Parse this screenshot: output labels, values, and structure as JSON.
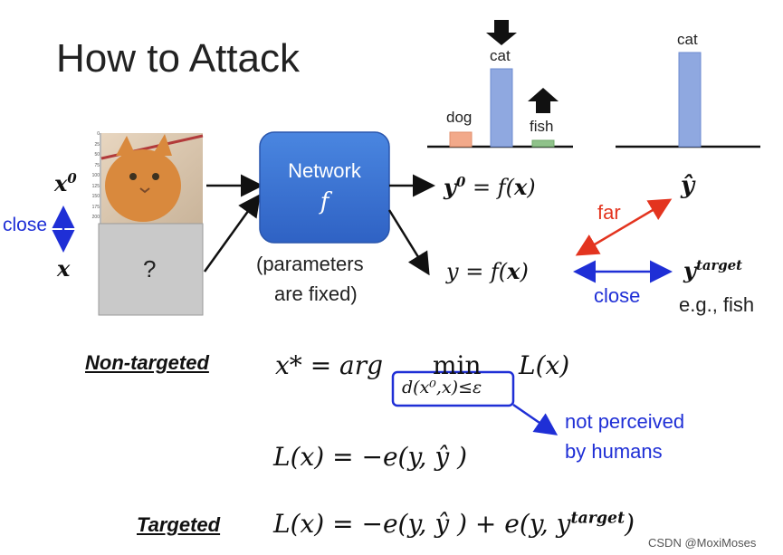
{
  "title": "How to Attack",
  "inputs": {
    "x0_base": "x",
    "x0_sup": "0",
    "x_label": "x",
    "close_label": "close",
    "question_mark": "?",
    "image_ticks": [
      "0",
      "25",
      "50",
      "75",
      "100",
      "125",
      "150",
      "175",
      "200"
    ]
  },
  "network": {
    "label": "Network",
    "f": "f",
    "note_line1": "(parameters",
    "note_line2": "are fixed)"
  },
  "outputs": {
    "y0_eq": "y",
    "y0_sup": "0",
    "y0_rhs": " = f(",
    "y0_rhs_x": "x",
    "y0_rhs_close": ")",
    "y_eq": "y = f(",
    "y_x": "x",
    "y_close": ")",
    "yhat": "ŷ",
    "ytarget_base": "y",
    "ytarget_sup": "target",
    "far_label": "far",
    "close_label": "close",
    "example": "e.g., fish"
  },
  "bars_left": {
    "categories": [
      "dog",
      "cat",
      "fish"
    ],
    "colors": [
      "#f2a98a",
      "#8fa8e0",
      "#8fc28a"
    ]
  },
  "bars_right": {
    "categories": [
      "cat"
    ],
    "colors": [
      "#8fa8e0"
    ]
  },
  "formulas": {
    "non_targeted_label": "Non-targeted",
    "non_targeted_eq": "x* = arg",
    "min": "min",
    "loss": "L(x)",
    "constraint": "d(x⁰,x)≤ε",
    "not_perceived_1": "not perceived",
    "not_perceived_2": "by humans",
    "loss_def": "L(x) = −e(y, ŷ )",
    "targeted_label": "Targeted",
    "targeted_eq": "L(x) = −e(y, ŷ ) + e(y, y",
    "targeted_sup": "target",
    "targeted_close": ")"
  },
  "watermark": "CSDN @MoxiMoses"
}
